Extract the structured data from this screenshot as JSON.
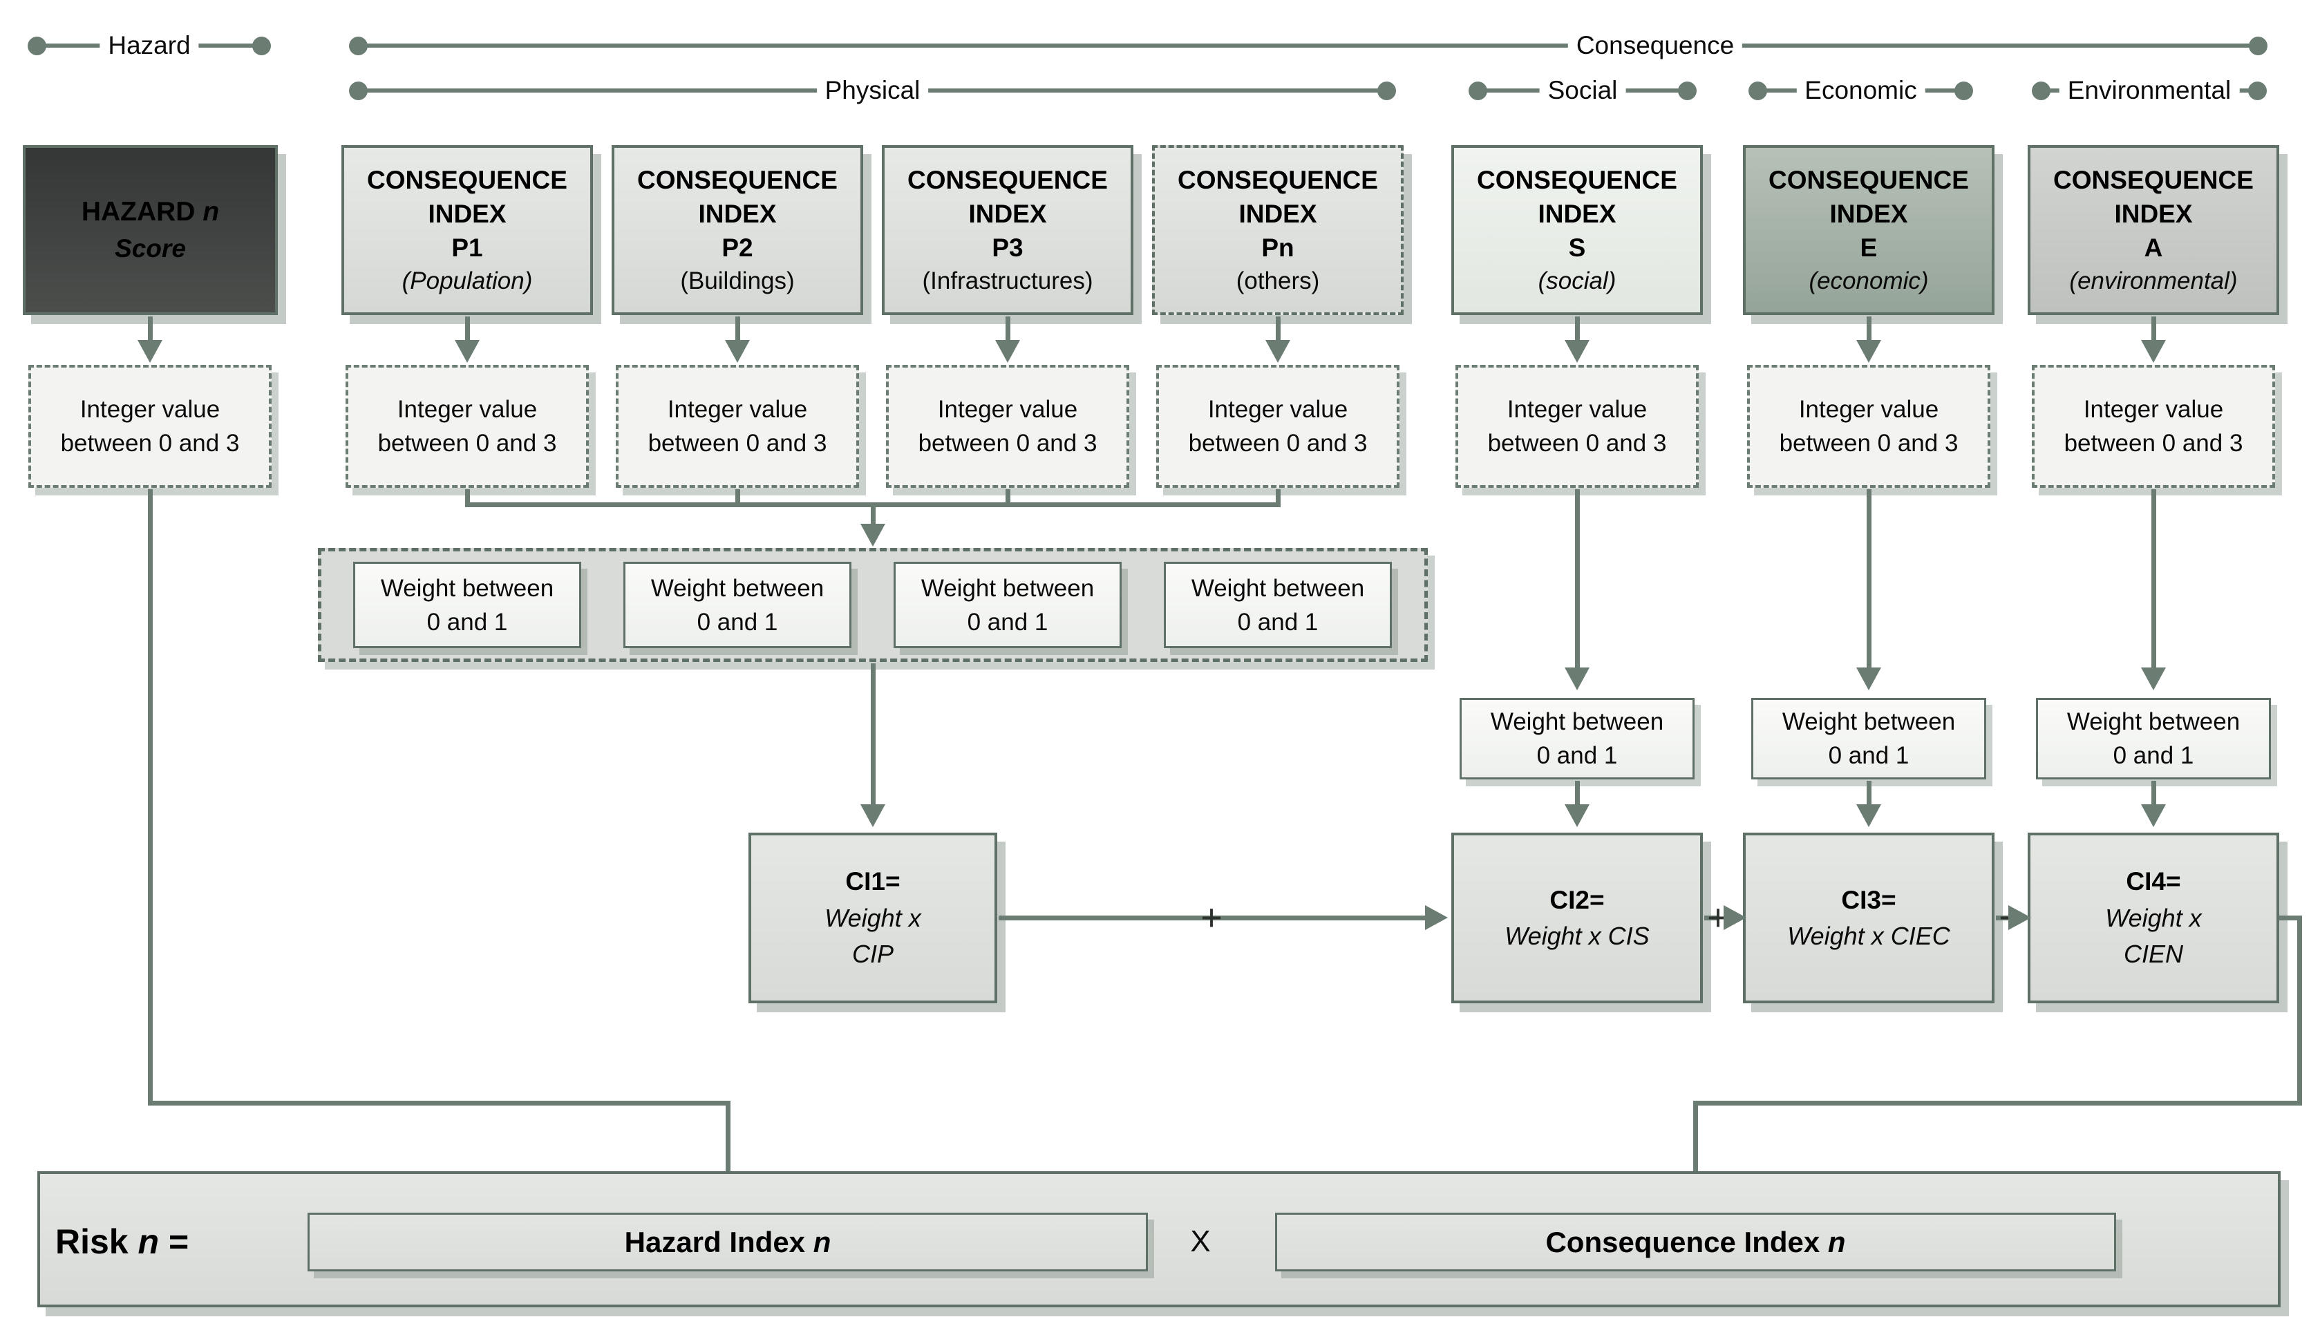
{
  "brackets": {
    "hazard": "Hazard",
    "consequence": "Consequence",
    "physical": "Physical",
    "social": "Social",
    "economic": "Economic",
    "environmental": "Environmental"
  },
  "hazard_box": {
    "title": "HAZARD",
    "n": "n",
    "subtitle": "Score"
  },
  "consequence_heading": {
    "line1": "CONSEQUENCE",
    "line2": "INDEX"
  },
  "consequence_boxes": [
    {
      "code": "P1",
      "label": "(Population)"
    },
    {
      "code": "P2",
      "label": "(Buildings)"
    },
    {
      "code": "P3",
      "label": "(Infrastructures)"
    },
    {
      "code": "Pn",
      "label": "(others)"
    },
    {
      "code": "S",
      "label": "(social)"
    },
    {
      "code": "E",
      "label": "(economic)"
    },
    {
      "code": "A",
      "label": "(environmental)"
    }
  ],
  "integer_box": {
    "line1": "Integer value",
    "line2": "between 0 and 3"
  },
  "weight_box": {
    "line1": "Weight between",
    "line2": "0 and 1"
  },
  "ci_boxes": [
    {
      "title": "CI1=",
      "line1": "Weight x",
      "line2": "CIP"
    },
    {
      "title": "CI2=",
      "line1": "Weight x CIS",
      "line2": ""
    },
    {
      "title": "CI3=",
      "line1": "Weight x CIEC",
      "line2": ""
    },
    {
      "title": "CI4=",
      "line1": "Weight x",
      "line2": "CIEN"
    }
  ],
  "operators": {
    "plus": "+",
    "times": "X"
  },
  "risk": {
    "label": "Risk",
    "n": "n",
    "equals": "=",
    "hazard_index": "Hazard Index",
    "consequence_index": "Consequence Index"
  },
  "colors": {
    "connector": "#6b7d72",
    "box_border": "#5f7166",
    "hazard_box_fill": "#3d403e",
    "economic_box_fill": "#a4b1a6",
    "standard_box_fill": "#dcdedb"
  }
}
